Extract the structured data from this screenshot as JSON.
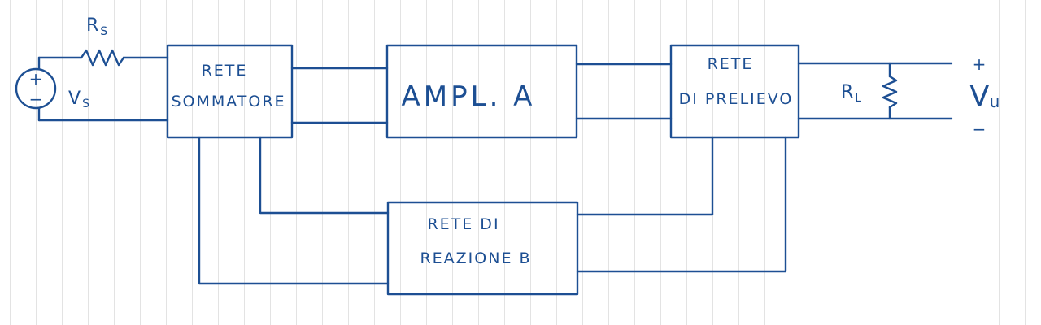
{
  "ink_color": "#1d4f93",
  "paper_color": "#ffffff",
  "grid_color": "#e3e3e3",
  "source": {
    "name": "V",
    "subscript": "S",
    "plus": "+",
    "minus": "−"
  },
  "source_resistor": {
    "name": "R",
    "subscript": "S"
  },
  "blocks": {
    "summing": {
      "line1": "RETE",
      "line2": "SOMMATORE"
    },
    "amplifier": {
      "label": "AMPL. A"
    },
    "sampling": {
      "line1": "RETE",
      "line2": "DI PRELIEVO"
    },
    "feedback": {
      "line1": "RETE DI",
      "line2": "REAZIONE B"
    }
  },
  "load_resistor": {
    "name": "R",
    "subscript": "L"
  },
  "output": {
    "name": "V",
    "subscript": "u",
    "plus": "+",
    "minus": "−"
  }
}
